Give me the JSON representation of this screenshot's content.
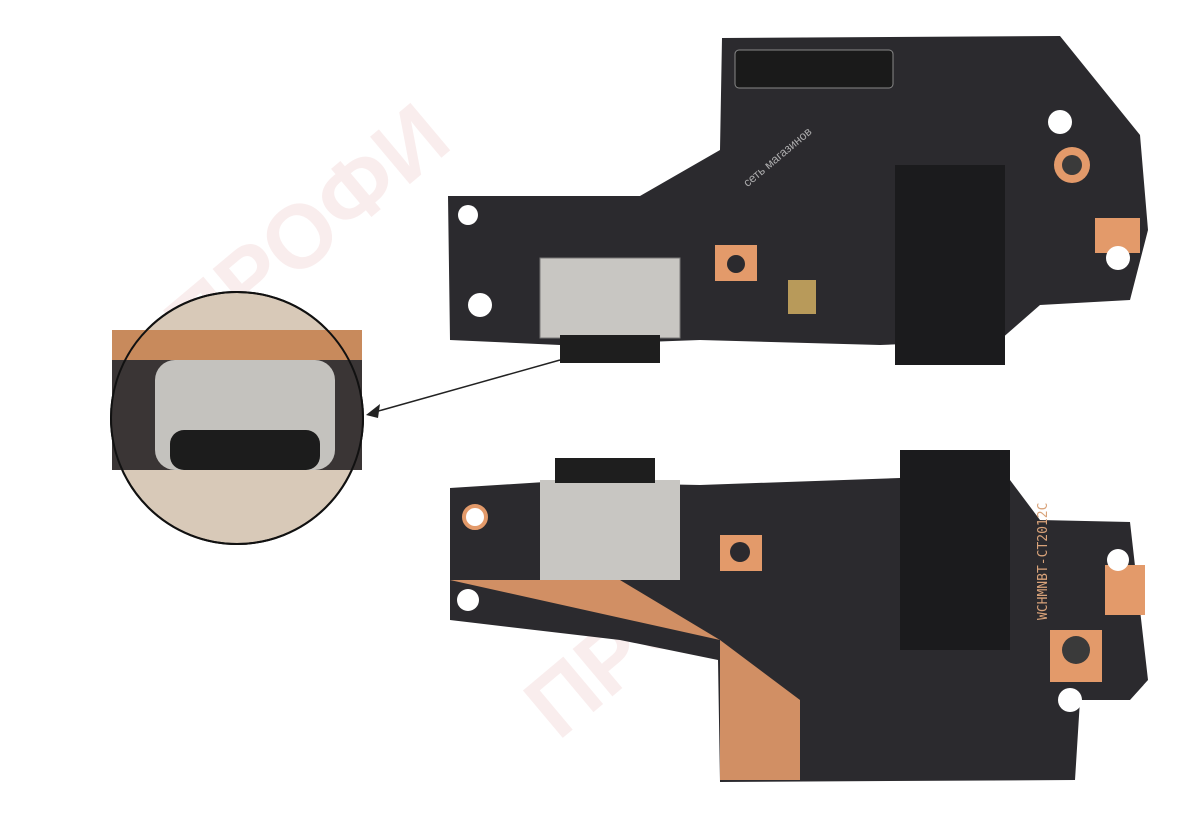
{
  "photo": {
    "subject": "charging-port-board",
    "board_marking": "WCHMNBT-CT2012C",
    "watermark": "ПРОФИ",
    "watermark_sub": "сеть магазинов",
    "colors": {
      "pcb": "#2b2a2e",
      "copper": "#e39a6a",
      "metal": "#c8c6c2",
      "background": "#ffffff"
    }
  }
}
